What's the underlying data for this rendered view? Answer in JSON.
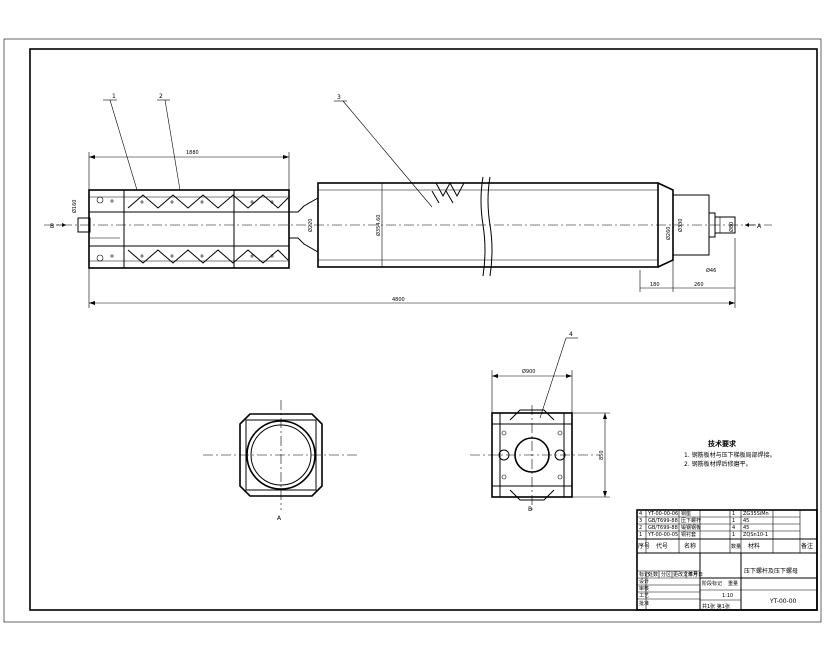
{
  "labels": {
    "part1": "1",
    "part2": "2",
    "part3": "3",
    "part4": "4",
    "view_a_marker": "A",
    "view_b_marker": "B",
    "caption_a": "A",
    "caption_b": "B"
  },
  "dims": {
    "upper_length": "1880",
    "total_length": "4800",
    "bore_left": "Ø160",
    "dia_shaft": "Ø220",
    "dia_tube": "Ø354.60",
    "dia_end1": "Ø330",
    "dia_end2": "Ø260",
    "dia_pin": "Ø80",
    "dia_end3": "Ø46",
    "end_len1": "180",
    "end_len2": "260",
    "block_width": "Ø900",
    "block_height": "850"
  },
  "notes": {
    "heading": "技术要求",
    "line1": "1. 钢筋板材与压下梯板局部焊接。",
    "line2": "2. 钢筋板材焊后修磨平。"
  },
  "title_block": {
    "parts": [
      {
        "no": "4",
        "code": "YT-00-00-06",
        "name": "铜座",
        "qty": "1",
        "material": "ZG35SiMn"
      },
      {
        "no": "3",
        "code": "GB/T699-88",
        "name": "压下螺杆",
        "qty": "1",
        "material": "45"
      },
      {
        "no": "2",
        "code": "GB/T699-88",
        "name": "锻钢钢板",
        "qty": "4",
        "material": "45"
      },
      {
        "no": "1",
        "code": "YT-00-00-05",
        "name": "铜衬套",
        "qty": "1",
        "material": "ZQSn10-1"
      }
    ],
    "headers": {
      "no": "序号",
      "code": "代号",
      "name": "名称",
      "qty": "数量",
      "material": "材料",
      "remarks": "备注"
    },
    "mass_label": "重量",
    "scale_label": "比例",
    "scale_value": "1:10",
    "drawing_name": "压下螺杆及压下螺母",
    "drawing_number": "YT-00-00",
    "sheet": "共1张 第1张",
    "sign_rows": [
      "标记",
      "设计",
      "审核",
      "工艺",
      "批准"
    ],
    "sign_cols": [
      "处数",
      "分区",
      "更改文件号",
      "签名",
      "年月日"
    ],
    "stage_label": "阶段标记",
    "approve_label": "批准",
    "date_label": "日期"
  }
}
